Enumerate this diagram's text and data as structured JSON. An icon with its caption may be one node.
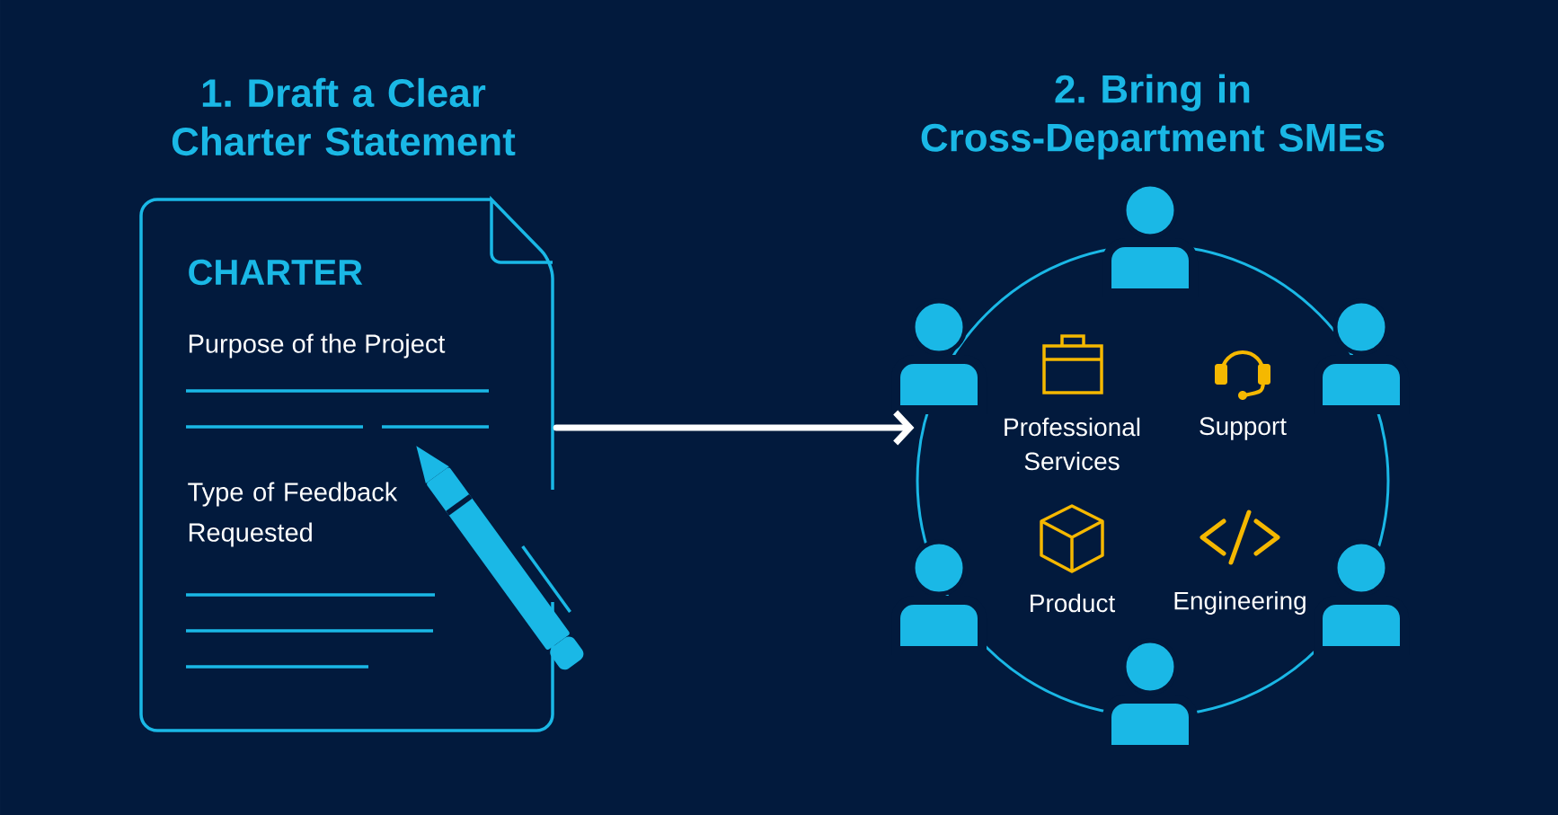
{
  "diagram": {
    "nodes": [
      {
        "text": [
          "1. Draft a Clear Charter Statement",
          "CHARTER",
          "Purpose of the Project",
          "Type of Feedback Requested"
        ]
      },
      {
        "text": [
          "2. Bring in Cross-Department SMEs"
        ]
      }
    ],
    "edges": [
      {
        "from": 0,
        "to": 1,
        "arrow": "to"
      }
    ],
    "labels": [
      "Professional Services",
      "Support",
      "Product",
      "Engineering"
    ]
  }
}
